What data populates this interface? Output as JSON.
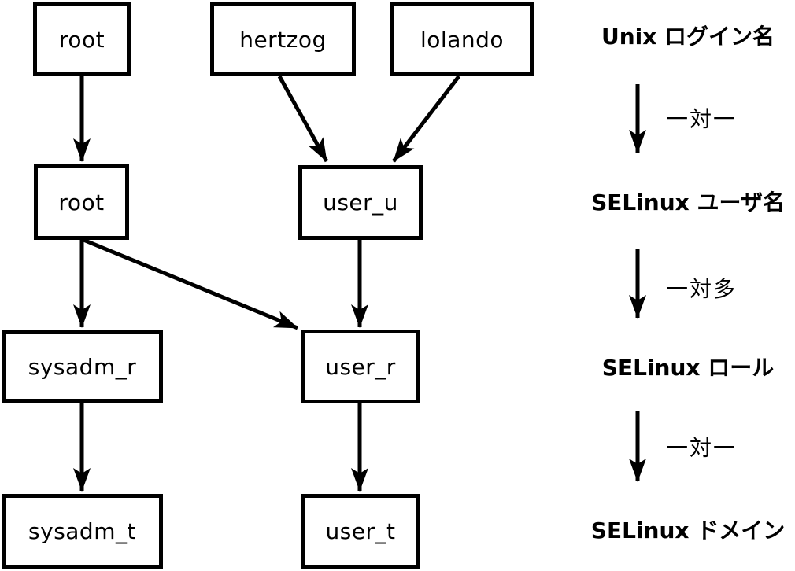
{
  "diagram": {
    "colors": {
      "line": "#000000",
      "background": "#ffffff",
      "text": "#000000"
    },
    "nodes": {
      "unix_root": "root",
      "hertzog": "hertzog",
      "lolando": "lolando",
      "selinux_root": "root",
      "user_u": "user_u",
      "sysadm_r": "sysadm_r",
      "user_r": "user_r",
      "sysadm_t": "sysadm_t",
      "user_t": "user_t"
    },
    "edges": [
      {
        "from": "unix_root",
        "to": "selinux_root"
      },
      {
        "from": "hertzog",
        "to": "user_u"
      },
      {
        "from": "lolando",
        "to": "user_u"
      },
      {
        "from": "selinux_root",
        "to": "sysadm_r"
      },
      {
        "from": "selinux_root",
        "to": "user_r"
      },
      {
        "from": "user_u",
        "to": "user_r"
      },
      {
        "from": "sysadm_r",
        "to": "sysadm_t"
      },
      {
        "from": "user_r",
        "to": "user_t"
      }
    ],
    "legend": {
      "levels": [
        "Unix ログイン名",
        "SELinux ユーザ名",
        "SELinux ロール",
        "SELinux ドメイン"
      ],
      "relations": [
        "一対一",
        "一対多",
        "一対一"
      ]
    }
  }
}
